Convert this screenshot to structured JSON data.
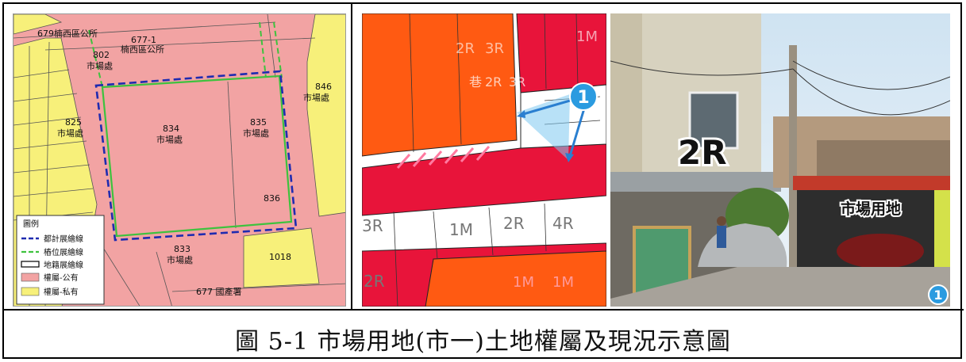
{
  "map": {
    "parcels": [
      {
        "id": "p679",
        "label": "679楠西區公所"
      },
      {
        "id": "p677-1",
        "label": "677-1",
        "sub": "楠西區公所"
      },
      {
        "id": "p802",
        "label": "802",
        "sub": "市場處"
      },
      {
        "id": "p846",
        "label": "846",
        "sub": "市場處"
      },
      {
        "id": "p825",
        "label": "825",
        "sub": "市場處"
      },
      {
        "id": "p834",
        "label": "834",
        "sub": "市場處"
      },
      {
        "id": "p835",
        "label": "835",
        "sub": "市場處"
      },
      {
        "id": "p836",
        "label": "836"
      },
      {
        "id": "p833",
        "label": "833",
        "sub": "市場處"
      },
      {
        "id": "p1018",
        "label": "1018"
      },
      {
        "id": "p677",
        "label": "677 國產署"
      }
    ],
    "legend": {
      "title": "圖例",
      "items": [
        {
          "label": "都計展繪線",
          "color": "#1f2bb0"
        },
        {
          "label": "樁位展繪線",
          "color": "#3ec23e"
        },
        {
          "label": "地籍展繪線",
          "color": "#000000"
        },
        {
          "label": "權屬-公有",
          "color": "#f2a3a3"
        },
        {
          "label": "權屬-私有",
          "color": "#f7f07a"
        }
      ]
    }
  },
  "zoning": {
    "labels": [
      "2R",
      "3R",
      "1M",
      "巷",
      "2R",
      "3R",
      "3R",
      "1M",
      "2R",
      "4R",
      "2R",
      "1M",
      "1M"
    ],
    "marker": "1"
  },
  "photo": {
    "label_2r": "2R",
    "label_market": "市場用地",
    "badge": "1"
  },
  "caption": "圖 5-1 市場用地(市一)土地權屬及現況示意圖",
  "colors": {
    "public": "#f2a3a3",
    "private": "#f7f07a",
    "urban_line": "#1f2bb0",
    "stake_line": "#3ec23e",
    "zone_orange": "#ff5a12",
    "zone_red": "#e8143a"
  }
}
